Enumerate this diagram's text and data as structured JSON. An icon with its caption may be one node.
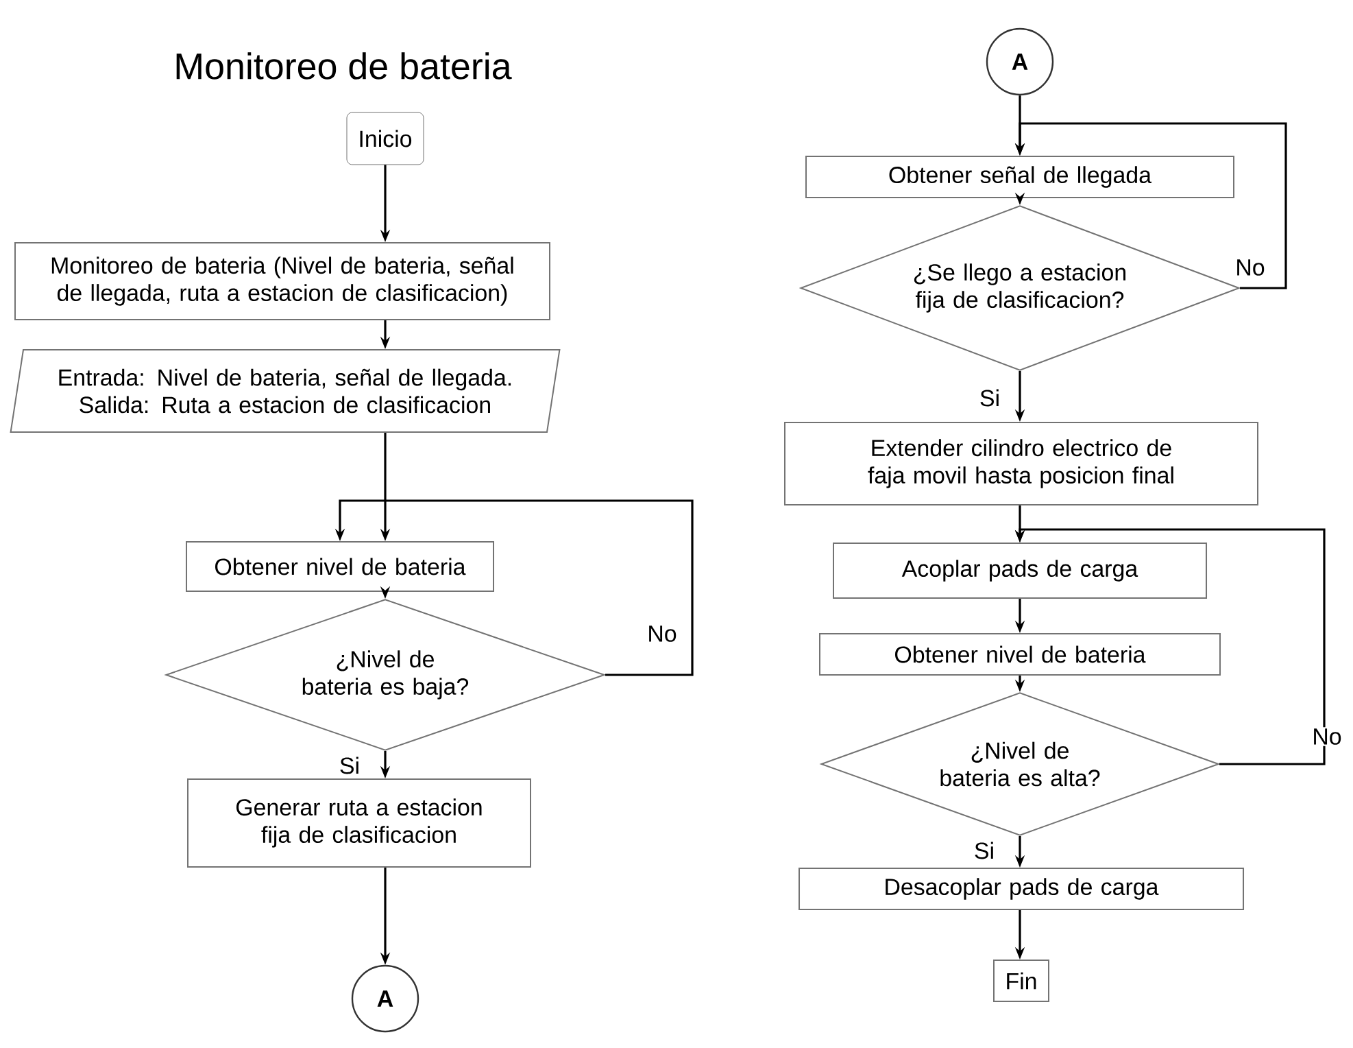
{
  "diagram": {
    "title": "Monitoreo de bateria",
    "nodes": [
      {
        "text": [
          "Inicio"
        ]
      },
      {
        "text": [
          "Monitoreo de bateria (Nivel de bateria, señal de llegada, ruta a estacion de clasificacion)"
        ]
      },
      {
        "text": [
          "Entrada: Nivel de bateria, señal de llegada. Salida: Ruta a estacion de clasificacion"
        ]
      },
      {
        "text": [
          "Obtener nivel de bateria"
        ]
      },
      {
        "text": [
          "¿Nivel de bateria es baja?"
        ]
      },
      {
        "text": [
          "Generar ruta a estacion fija de clasificacion"
        ]
      },
      {
        "text": [
          "A"
        ]
      },
      {
        "text": [
          "A"
        ]
      },
      {
        "text": [
          "Obtener señal de llegada"
        ]
      },
      {
        "text": [
          "¿Se llego a estacion fija de clasificacion?"
        ]
      },
      {
        "text": [
          "Extender cilindro electrico de faja movil hasta posicion final"
        ]
      },
      {
        "text": [
          "Acoplar pads de carga"
        ]
      },
      {
        "text": [
          "Obtener nivel de bateria"
        ]
      },
      {
        "text": [
          "¿Nivel de bateria es alta?"
        ]
      },
      {
        "text": [
          "Desacoplar pads de carga"
        ]
      },
      {
        "text": [
          "Fin"
        ]
      }
    ],
    "edges": [
      {
        "from": 0,
        "to": 1,
        "arrow": "to"
      },
      {
        "from": 1,
        "to": 2,
        "arrow": "to"
      },
      {
        "from": 2,
        "to": 3,
        "arrow": "to"
      },
      {
        "from": 3,
        "to": 4,
        "arrow": "to"
      },
      {
        "from": 4,
        "to": 3,
        "arrow": "to",
        "label": "No"
      },
      {
        "from": 4,
        "to": 5,
        "arrow": "to",
        "label": "Si"
      },
      {
        "from": 5,
        "to": 6,
        "arrow": "to"
      },
      {
        "from": 7,
        "to": 8,
        "arrow": "to"
      },
      {
        "from": 8,
        "to": 9,
        "arrow": "to"
      },
      {
        "from": 9,
        "to": 8,
        "arrow": "to",
        "label": "No"
      },
      {
        "from": 9,
        "to": 10,
        "arrow": "to",
        "label": "Si"
      },
      {
        "from": 10,
        "to": 11,
        "arrow": "to"
      },
      {
        "from": 11,
        "to": 12,
        "arrow": "to"
      },
      {
        "from": 12,
        "to": 13,
        "arrow": "to"
      },
      {
        "from": 13,
        "to": 11,
        "arrow": "to",
        "label": "No"
      },
      {
        "from": 13,
        "to": 14,
        "arrow": "to",
        "label": "Si"
      },
      {
        "from": 14,
        "to": 15,
        "arrow": "to"
      }
    ]
  }
}
